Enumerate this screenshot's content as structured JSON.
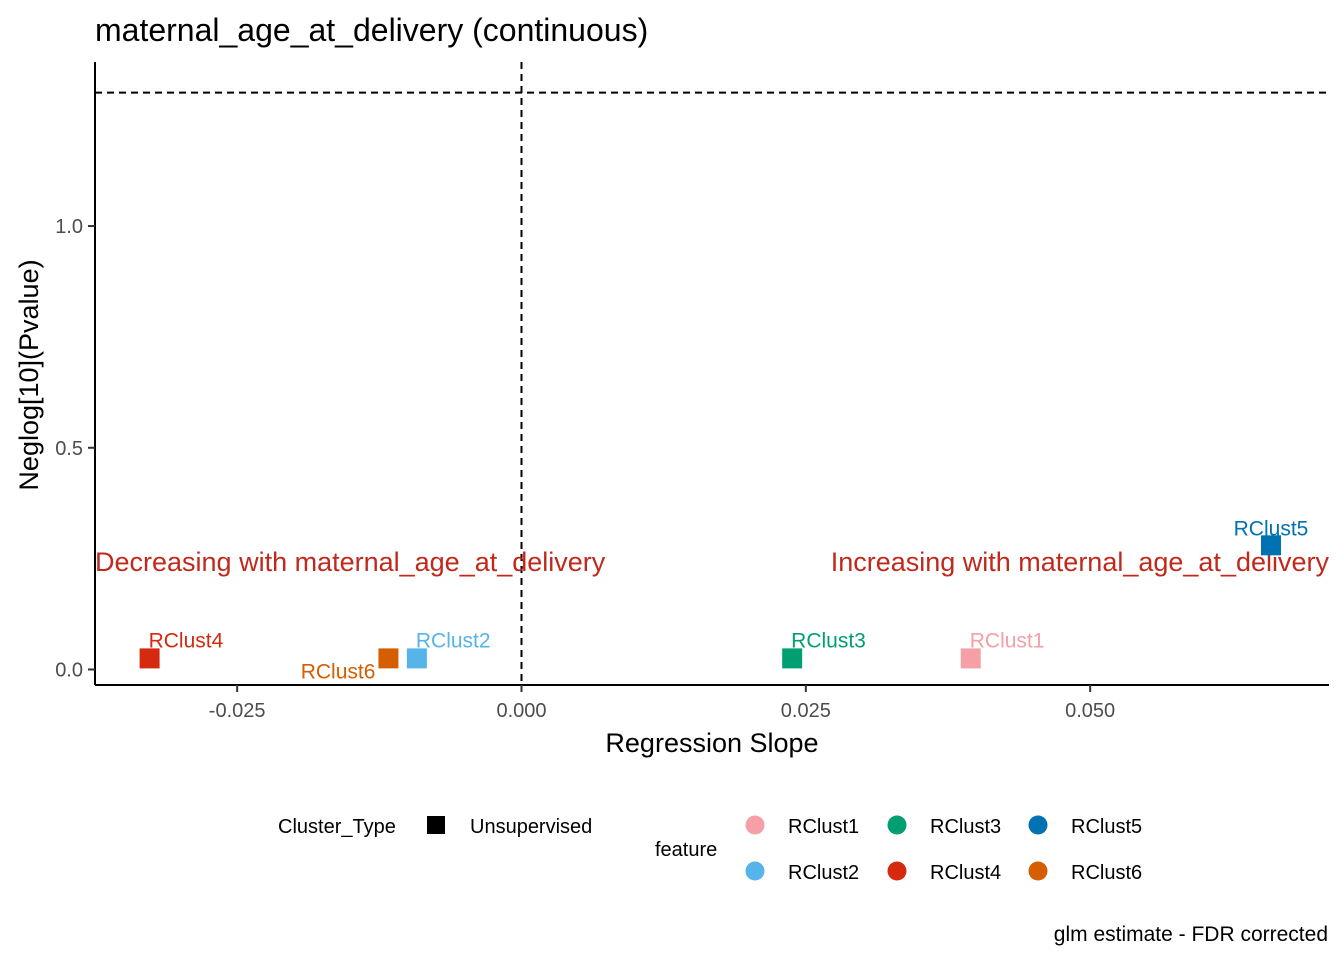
{
  "chart_data": {
    "type": "scatter",
    "title": "maternal_age_at_delivery (continuous)",
    "xlabel": "Regression Slope",
    "ylabel": "Neglog[10](Pvalue)",
    "xlim": [
      -0.0375,
      0.071
    ],
    "ylim": [
      -0.035,
      1.37
    ],
    "x_ticks": [
      -0.025,
      0.0,
      0.025,
      0.05
    ],
    "x_tick_labels": [
      "-0.025",
      "0.000",
      "0.025",
      "0.050"
    ],
    "y_ticks": [
      0.0,
      0.5,
      1.0
    ],
    "y_tick_labels": [
      "0.0",
      "0.5",
      "1.0"
    ],
    "grid": false,
    "reference_lines": {
      "horizontal_y": 1.30103,
      "vertical_x": 0.0
    },
    "points": [
      {
        "feature": "RClust1",
        "x": 0.0395,
        "y": 0.025,
        "color": "#f4a0a6",
        "label_anchor": "start"
      },
      {
        "feature": "RClust2",
        "x": -0.0092,
        "y": 0.025,
        "color": "#56b4e9",
        "label_anchor": "start"
      },
      {
        "feature": "RClust3",
        "x": 0.0238,
        "y": 0.025,
        "color": "#009e73",
        "label_anchor": "start"
      },
      {
        "feature": "RClust4",
        "x": -0.0327,
        "y": 0.025,
        "color": "#d52a0f",
        "label_anchor": "start"
      },
      {
        "feature": "RClust5",
        "x": 0.0659,
        "y": 0.28,
        "color": "#0072b2",
        "label_anchor": "middle"
      },
      {
        "feature": "RClust6",
        "x": -0.0117,
        "y": 0.025,
        "color": "#d55e00",
        "label_anchor": "end"
      }
    ],
    "annotations": [
      {
        "text": "Decreasing with maternal_age_at_delivery",
        "x": -0.0375,
        "y": 0.245,
        "anchor": "start"
      },
      {
        "text": "Increasing with maternal_age_at_delivery",
        "x": 0.071,
        "y": 0.245,
        "anchor": "end"
      }
    ],
    "legend": {
      "position": "bottom",
      "shape_title": "Cluster_Type",
      "shape_items": [
        {
          "label": "Unsupervised",
          "shape": "square",
          "color": "#000000"
        }
      ],
      "color_title": "feature",
      "color_items": [
        {
          "label": "RClust1",
          "color": "#f4a0a6"
        },
        {
          "label": "RClust2",
          "color": "#56b4e9"
        },
        {
          "label": "RClust3",
          "color": "#009e73"
        },
        {
          "label": "RClust4",
          "color": "#d52a0f"
        },
        {
          "label": "RClust5",
          "color": "#0072b2"
        },
        {
          "label": "RClust6",
          "color": "#d55e00"
        }
      ]
    },
    "caption": "glm estimate - FDR corrected",
    "annotation_color": "#c0291b"
  }
}
